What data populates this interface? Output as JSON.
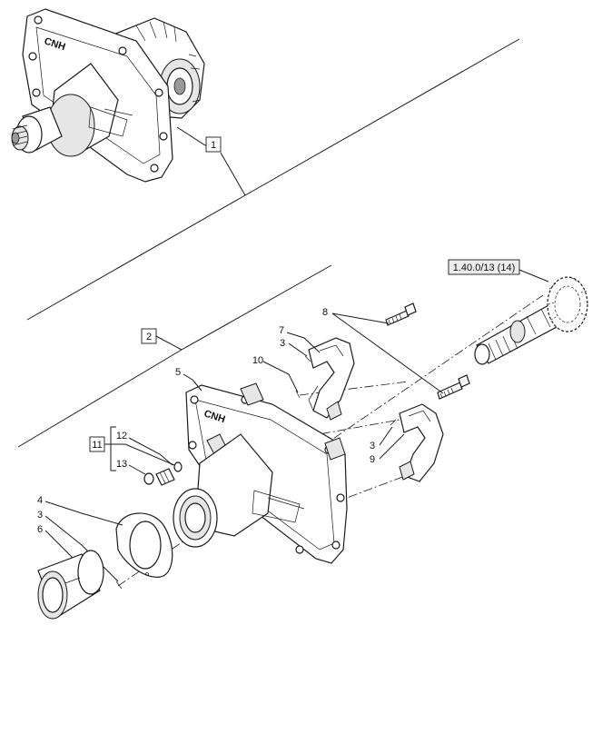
{
  "callouts": {
    "c1": "1",
    "c2": "2",
    "c3a": "3",
    "c3b": "3",
    "c3c": "3",
    "c4": "4",
    "c5": "5",
    "c6": "6",
    "c7": "7",
    "c8": "8",
    "c9": "9",
    "c10": "10",
    "c11": "11",
    "c12": "12",
    "c13": "13"
  },
  "reference": "1.40.0/13 (14)",
  "logo_text": "CNH"
}
